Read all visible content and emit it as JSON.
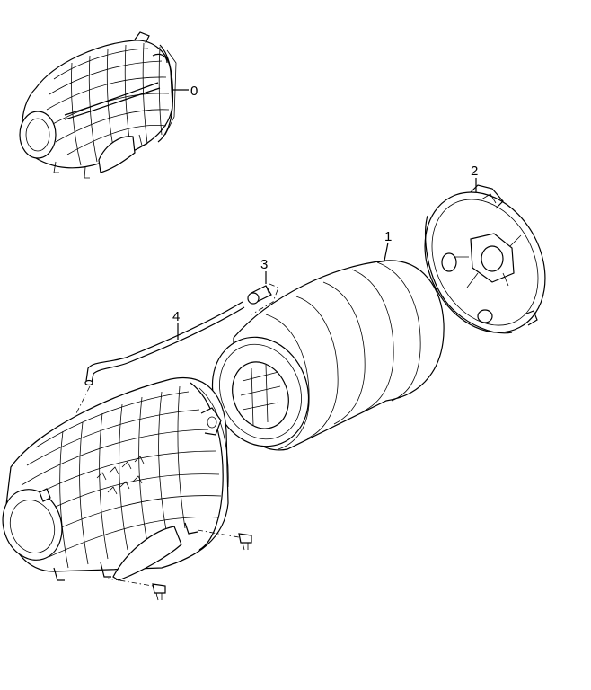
{
  "diagram": {
    "callouts": [
      {
        "id": "0",
        "label": "0",
        "part": "assembly"
      },
      {
        "id": "1",
        "label": "1",
        "part": "filter-element"
      },
      {
        "id": "2",
        "label": "2",
        "part": "end-cover"
      },
      {
        "id": "3",
        "label": "3",
        "part": "fitting"
      },
      {
        "id": "4",
        "label": "4",
        "part": "hose"
      }
    ],
    "colors": {
      "line": "#000000",
      "background": "#ffffff"
    }
  }
}
